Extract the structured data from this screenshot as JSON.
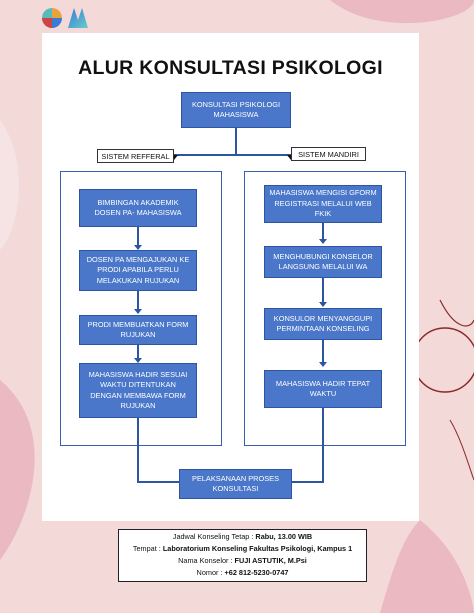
{
  "title": "ALUR KONSULTASI PSIKOLOGI",
  "nodes": {
    "root": "KONSULTASI PSIKOLOGI MAHASISWA",
    "referral_label": "SISTEM REFFERAL",
    "mandiri_label": "SISTEM MANDIRI",
    "ref_1": "BIMBINGAN AKADEMIK DOSEN PA- MAHASISWA",
    "ref_2": "DOSEN PA MENGAJUKAN KE PRODI APABILA PERLU MELAKUKAN RUJUKAN",
    "ref_3": "PRODI MEMBUATKAN FORM RUJUKAN",
    "ref_4": "MAHASISWA HADIR SESUAI WAKTU DITENTUKAN DENGAN MEMBAWA FORM RUJUKAN",
    "man_1": "MAHASISWA MENGISI GFORM REGISTRASI MELALUI WEB FKIK",
    "man_2": "MENGHUBUNGI KONSELOR LANGSUNG MELALUI WA",
    "man_3": "KONSULOR MENYANGGUPI PERMINTAAN KONSELING",
    "man_4": "MAHASISWA HADIR TEPAT WAKTU",
    "final": "PELAKSANAAN PROSES KONSULTASI"
  },
  "info": {
    "schedule_label": "Jadwal Konseling Tetap : ",
    "schedule_value": "Rabu, 13.00 WIB",
    "place_label": "Tempat : ",
    "place_value": "Laboratorium Konseling Fakultas Psikologi, Kampus 1",
    "counselor_label": "Nama Konselor : ",
    "counselor_value": "FUJI ASTUTIK, M.Psi",
    "phone_label": "Nomor : ",
    "phone_value": "+62 812-5230-0747"
  },
  "colors": {
    "background": "#f3d9d8",
    "box_fill": "#4a77c9",
    "connector": "#2d55a0",
    "accent_shape": "#e9b8c0"
  }
}
